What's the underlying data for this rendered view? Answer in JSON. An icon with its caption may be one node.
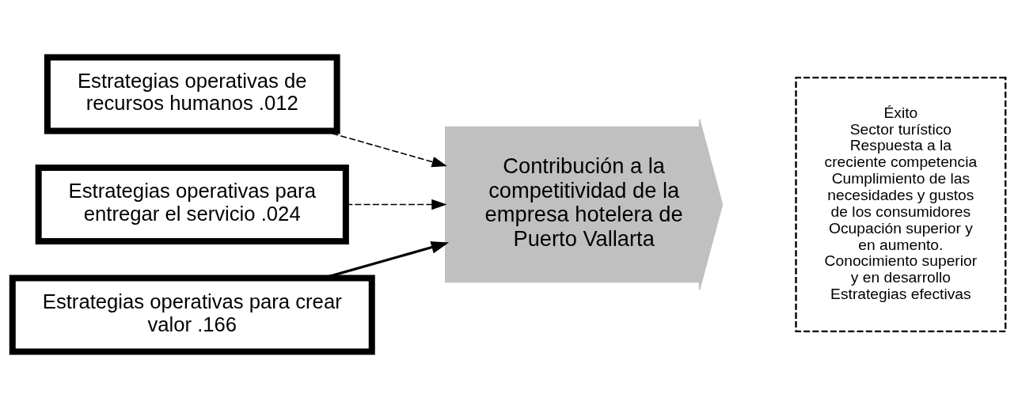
{
  "diagram": {
    "nodes": [
      {
        "text": [
          "Estrategias operativas de recursos humanos .012"
        ]
      },
      {
        "text": [
          "Estrategias operativas para entregar el servicio .024"
        ]
      },
      {
        "text": [
          "Estrategias operativas para crear valor .166"
        ]
      },
      {
        "text": [
          "Contribución a la competitividad de la empresa hotelera de Puerto Vallarta"
        ]
      },
      {
        "text": [
          "Éxito",
          "Sector turístico",
          "Respuesta a la creciente competencia",
          "Cumplimiento de las necesidades y gustos de los consumidores",
          "Ocupación superior y en aumento.",
          "Conocimiento superior y en desarrollo",
          "Estrategias efectivas"
        ]
      }
    ],
    "edges": [
      {
        "from": 0,
        "to": 3,
        "arrow": "to",
        "style": "dashed"
      },
      {
        "from": 1,
        "to": 3,
        "arrow": "to",
        "style": "dashed"
      },
      {
        "from": 2,
        "to": 3,
        "arrow": "to"
      }
    ]
  }
}
